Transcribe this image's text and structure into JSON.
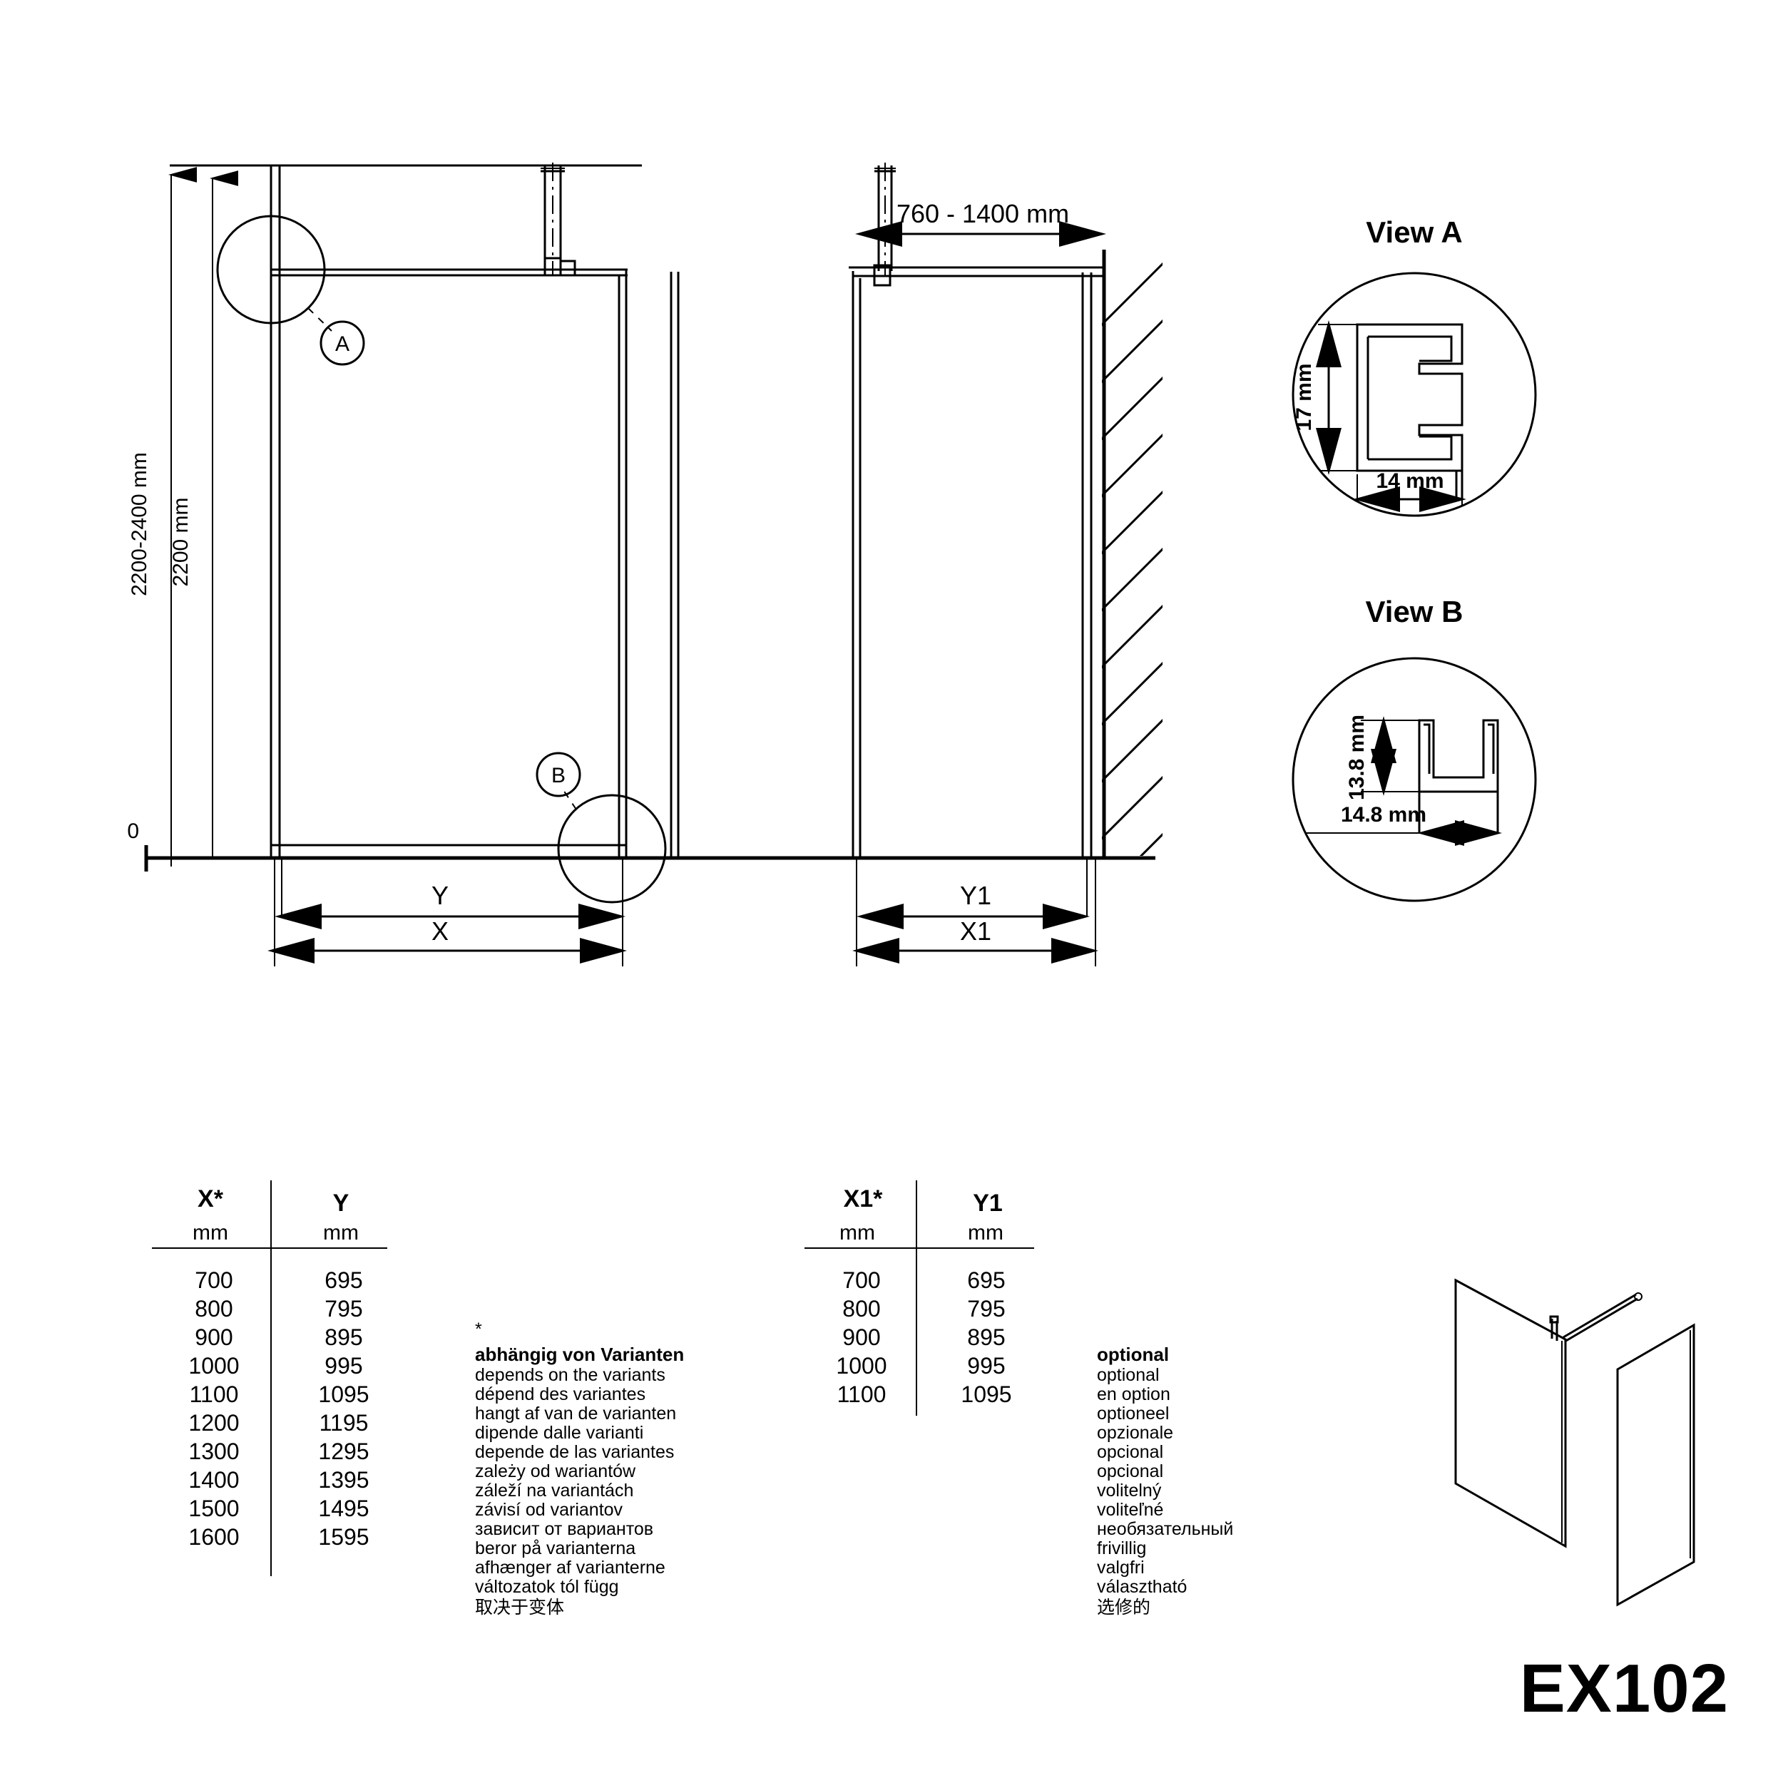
{
  "drawing": {
    "model_number": "EX102",
    "dimensions": {
      "height_range_label": "2200-2400 mm",
      "height_label": "2200 mm",
      "zero_marker": "0",
      "width_range_label": "760 - 1400 mm",
      "x_label": "X",
      "y_label": "Y",
      "x1_label": "X1",
      "y1_label": "Y1"
    },
    "callouts": {
      "a": "A",
      "b": "B"
    }
  },
  "views": {
    "a": {
      "title": "View A",
      "height_label": "17 mm",
      "width_label": "14 mm"
    },
    "b": {
      "title": "View B",
      "height_label": "13.8 mm",
      "width_label": "14.8 mm"
    }
  },
  "table_left": {
    "headers": [
      "X*",
      "Y"
    ],
    "units": [
      "mm",
      "mm"
    ],
    "rows": [
      [
        "700",
        "695"
      ],
      [
        "800",
        "795"
      ],
      [
        "900",
        "895"
      ],
      [
        "1000",
        "995"
      ],
      [
        "1100",
        "1095"
      ],
      [
        "1200",
        "1195"
      ],
      [
        "1300",
        "1295"
      ],
      [
        "1400",
        "1395"
      ],
      [
        "1500",
        "1495"
      ],
      [
        "1600",
        "1595"
      ]
    ]
  },
  "table_right": {
    "headers": [
      "X1*",
      "Y1"
    ],
    "units": [
      "mm",
      "mm"
    ],
    "rows": [
      [
        "700",
        "695"
      ],
      [
        "800",
        "795"
      ],
      [
        "900",
        "895"
      ],
      [
        "1000",
        "995"
      ],
      [
        "1100",
        "1095"
      ]
    ]
  },
  "legend_variants": {
    "asterisk": "*",
    "lines": [
      "abhängig von Varianten",
      "depends on the variants",
      "dépend des variantes",
      "hangt af van de varianten",
      "dipende dalle varianti",
      "depende de las variantes",
      "zależy od wariantów",
      "záleží na variantách",
      "závisí od variantov",
      "зависит от вариантов",
      "beror på varianterna",
      "afhænger af varianterne",
      "változatok tól függ",
      "取决于变体"
    ]
  },
  "legend_optional": {
    "lines": [
      "optional",
      "optional",
      "en option",
      "optioneel",
      "opzionale",
      "opcional",
      "opcional",
      "volitelný",
      "voliteľné",
      "необязательный",
      "frivillig",
      "valgfri",
      "választható",
      "选修的"
    ]
  }
}
